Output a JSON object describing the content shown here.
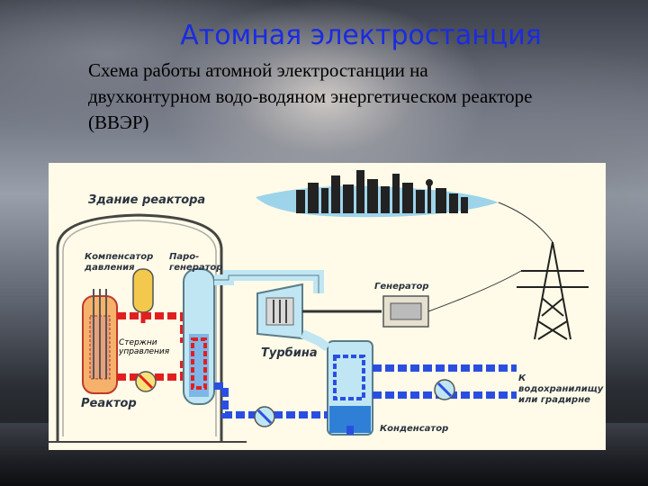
{
  "slide": {
    "title": "Атомная электростанция",
    "subtitle": "Схема работы атомной электростанции на двухконтурном водо-водяном энергетическом реакторе (ВВЭР)"
  },
  "diagram": {
    "labels": {
      "building": "Здание реактора",
      "pressurizer": "Компенсатор\nдавления",
      "steam_generator": "Паро-\nгенератор",
      "control_rods": "Стержни\nуправления",
      "reactor": "Реактор",
      "turbine": "Турбина",
      "generator": "Генератор",
      "condenser": "Конденсатор",
      "cooling": "К водохранилищу\nили градирне"
    },
    "colors": {
      "primary_loop": "#e02020",
      "secondary_loop": "#2a4fe0",
      "steam": "#bfe6f2",
      "title": "#1a2be0"
    }
  }
}
